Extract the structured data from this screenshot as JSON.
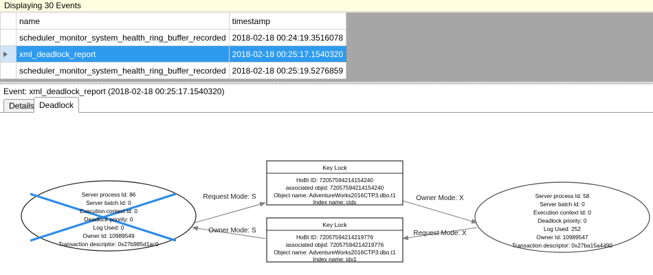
{
  "banner": {
    "text": "Displaying 30 Events"
  },
  "grid": {
    "columns": [
      "",
      "name",
      "timestamp"
    ],
    "rows": [
      {
        "marker": "",
        "name": "scheduler_monitor_system_health_ring_buffer_recorded",
        "timestamp": "2018-02-18 00:24:19.3516078",
        "selected": false
      },
      {
        "marker": "row-arrow",
        "name": "xml_deadlock_report",
        "timestamp": "2018-02-18 00:25:17.1540320",
        "selected": true
      },
      {
        "marker": "",
        "name": "scheduler_monitor_system_health_ring_buffer_recorded",
        "timestamp": "2018-02-18 00:25:19.5276859",
        "selected": false
      }
    ]
  },
  "event_header": {
    "text": "Event: xml_deadlock_report (2018-02-18 00:25:17.1540320)"
  },
  "tabs": [
    {
      "label": "Details",
      "active": false
    },
    {
      "label": "Deadlock",
      "active": true
    }
  ],
  "deadlock_graph": {
    "victim_marker_color": "#2E8CE8",
    "processes": [
      {
        "id": "process-left",
        "victim": true,
        "lines": [
          "Server process Id: 86",
          "Server batch Id: 0",
          "Execution context Id: 0",
          "Deadlock priority: 0",
          "Log Used: 0",
          "Owner Id: 10989549",
          "Transaction descriptor: 0x27b985d1ac0"
        ]
      },
      {
        "id": "process-right",
        "victim": false,
        "lines": [
          "Server process Id: 58",
          "Server batch Id: 0",
          "Execution context Id: 0",
          "Deadlock priority: 0",
          "Log Used: 252",
          "Owner Id: 10989547",
          "Transaction descriptor: 0x27ba15a4490"
        ]
      }
    ],
    "resources": [
      {
        "id": "key-lock-top",
        "title": "Key Lock",
        "lines": [
          "HoBt ID: 72057594214154240",
          "associated objid: 72057594214154240",
          "Object name: AdventureWorks2016CTP3.dbo.t1",
          "Index name: cidx"
        ]
      },
      {
        "id": "key-lock-bottom",
        "title": "Key Lock",
        "lines": [
          "HoBt ID: 72057594214219776",
          "associated objid: 72057594214219776",
          "Object name: AdventureWorks2016CTP3.dbo.t1",
          "Index name: idx1"
        ]
      }
    ],
    "edges": [
      {
        "id": "edge-left-request-top",
        "label": "Request Mode: S"
      },
      {
        "id": "edge-right-owner-top",
        "label": "Owner Mode: X"
      },
      {
        "id": "edge-bottom-owner-left",
        "label": "Owner Mode: S"
      },
      {
        "id": "edge-bottom-request-right",
        "label": "Request Mode: X"
      }
    ]
  }
}
